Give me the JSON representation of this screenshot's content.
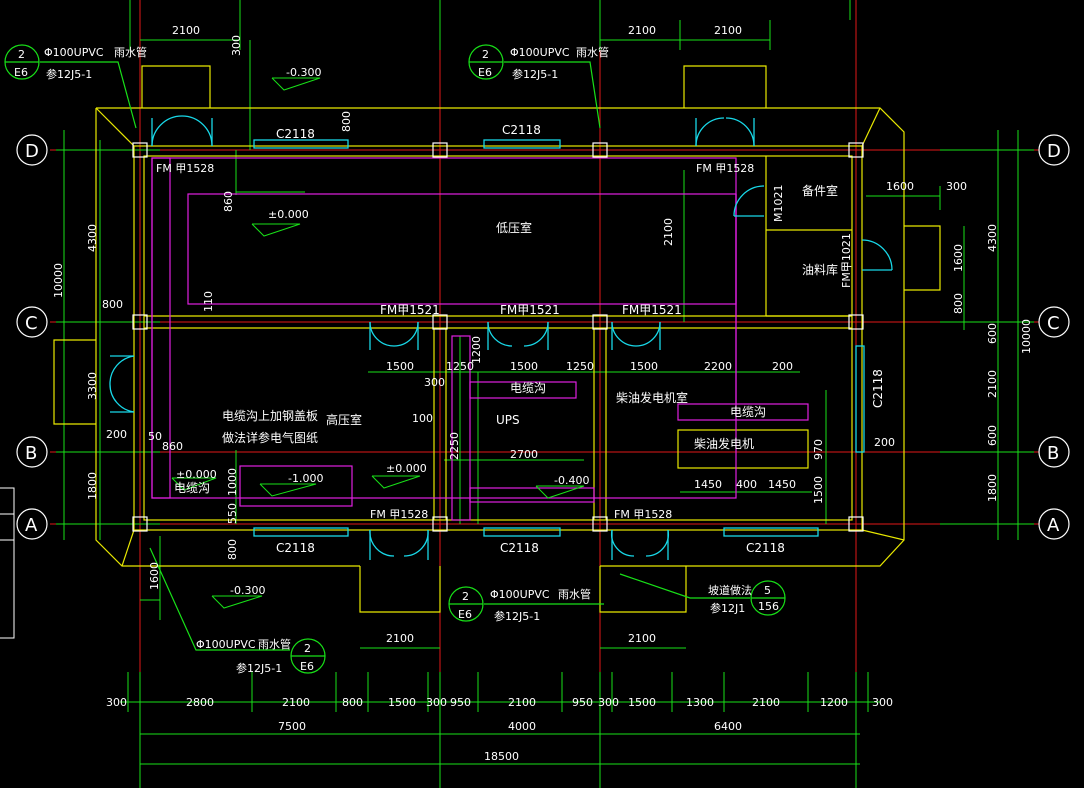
{
  "axis_labels": {
    "A": "A",
    "B": "B",
    "C": "C",
    "D": "D"
  },
  "rooms": {
    "low_voltage": "低压室",
    "high_voltage": "高压室",
    "spare_parts": "备件室",
    "oil_storage": "油料库",
    "ups": "UPS",
    "generator_room": "柴油发电机室",
    "generator": "柴油发电机"
  },
  "doors": {
    "fm1528_d_left": "FM 甲1528",
    "fm1528_d_right": "FM 甲1528",
    "fm1521_a": "FM甲1521",
    "fm1521_b": "FM甲1521",
    "fm1521_c": "FM甲1521",
    "fm1528_a_left": "FM 甲1528",
    "fm1528_a_right": "FM 甲1528",
    "m1021": "M1021",
    "fm1021": "FM甲1021"
  },
  "windows": {
    "c2118_top_left": "C2118",
    "c2118_top_mid": "C2118",
    "c2118_bot_left": "C2118",
    "c2118_bot_mid": "C2118",
    "c2118_bot_right": "C2118",
    "c2118_right": "C2118"
  },
  "elevations": {
    "e0_top": "±0.000",
    "e0_mid": "±0.000",
    "e0_left": "±0.000",
    "m03_top": "-0.300",
    "m03_bot": "-0.300",
    "m1": "-1.000",
    "m04": "-0.400"
  },
  "notes": {
    "cable_trench_1": "电缆沟",
    "cable_trench_2": "电缆沟",
    "cable_trench_3": "电缆沟",
    "cover_note_1": "电缆沟上加钢盖板",
    "cover_note_2": "做法详参电气图纸",
    "ramp_note": "坡道做法",
    "ramp_ref": "参12J1"
  },
  "callouts": [
    {
      "num": "2",
      "sheet": "E6",
      "pipe": "Φ100UPVC",
      "name": "雨水管",
      "ref": "参12J5-1"
    },
    {
      "num": "2",
      "sheet": "E6",
      "pipe": "Φ100UPVC",
      "name": "雨水管",
      "ref": "参12J5-1"
    },
    {
      "num": "2",
      "sheet": "E6",
      "pipe": "Φ100UPVC",
      "name": "雨水管",
      "ref": "参12J5-1"
    },
    {
      "num": "2",
      "sheet": "E6",
      "pipe": "Φ100UPVC",
      "name": "雨水管",
      "ref": "参12J5-1"
    }
  ],
  "ramp_callout": {
    "num": "5",
    "sheet": "156"
  },
  "dims": {
    "top_2100_a": "2100",
    "top_2100_b": "2100",
    "top_2100_c": "2100",
    "top_300": "300",
    "top_1600": "1600",
    "top_800": "800",
    "bot_row1": [
      "300",
      "2800",
      "2100",
      "800",
      "1500",
      "300",
      "950",
      "2100",
      "950",
      "300",
      "1500",
      "1300",
      "2100",
      "1200",
      "300"
    ],
    "bot_row2": [
      "7500",
      "4000",
      "6400"
    ],
    "bot_total": "18500",
    "bot_2100_a": "2100",
    "bot_2100_b": "2100",
    "left_4300": "4300",
    "left_10000": "10000",
    "left_3300": "3300",
    "left_1800": "1800",
    "left_800": "800",
    "left_200": "200",
    "right_4300": "4300",
    "right_10000": "10000",
    "right_1600": "1600",
    "right_800": "800",
    "right_600a": "600",
    "right_2100": "2100",
    "right_600b": "600",
    "right_1800": "1800",
    "right_300": "300",
    "right_1600_top": "1600",
    "in_1500a": "1500",
    "in_1250a": "1250",
    "in_1500b": "1500",
    "in_1250b": "1250",
    "in_1500c": "1500",
    "in_2200": "2200",
    "in_200": "200",
    "in_860a": "860",
    "in_860b": "860",
    "in_2100": "2100",
    "in_1000": "1000",
    "in_2700": "2700",
    "in_1450a": "1450",
    "in_400": "400",
    "in_1450b": "1450",
    "in_1500v": "1500",
    "in_970": "970",
    "in_2250": "2250",
    "in_550": "550",
    "in_800": "800",
    "in_1600": "1600",
    "in_300": "300",
    "in_50": "50",
    "in_100": "100",
    "in_110": "110",
    "in_200b": "200",
    "in_1200": "1200"
  }
}
